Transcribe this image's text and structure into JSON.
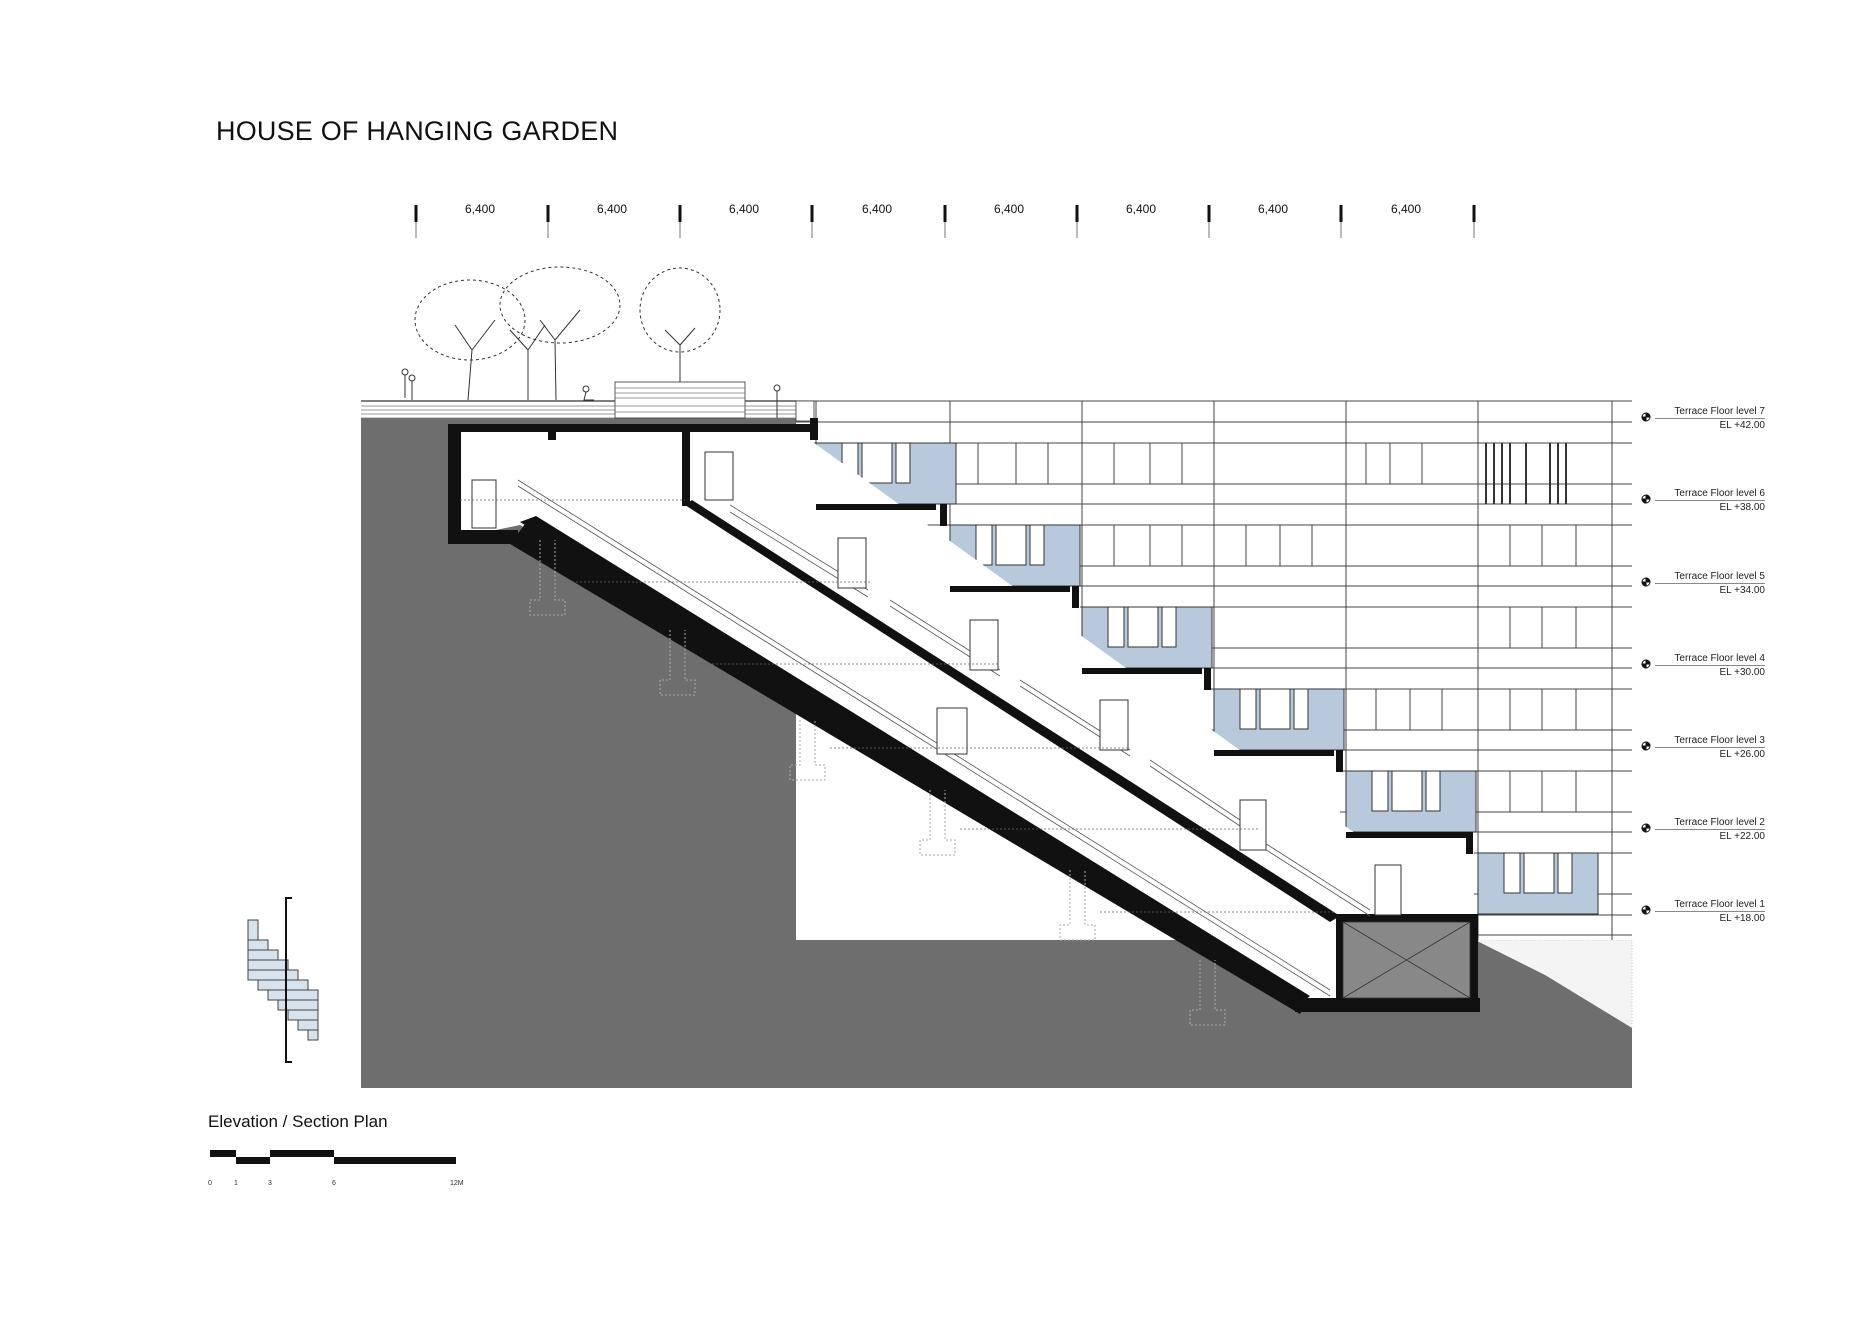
{
  "title": "HOUSE OF HANGING GARDEN",
  "dimensions": {
    "labels": [
      "6,400",
      "6,400",
      "6,400",
      "6,400",
      "6,400",
      "6,400",
      "6,400",
      "6,400"
    ],
    "tick_x": [
      416,
      548,
      680,
      812,
      945,
      1077,
      1209,
      1341,
      1474
    ]
  },
  "levels": [
    {
      "name": "Terrace Floor level 7",
      "elevation": "EL +42.00"
    },
    {
      "name": "Terrace Floor level 6",
      "elevation": "EL +38.00"
    },
    {
      "name": "Terrace Floor level 5",
      "elevation": "EL +34.00"
    },
    {
      "name": "Terrace Floor level 4",
      "elevation": "EL +30.00"
    },
    {
      "name": "Terrace Floor level 3",
      "elevation": "EL +26.00"
    },
    {
      "name": "Terrace Floor level 2",
      "elevation": "EL +22.00"
    },
    {
      "name": "Terrace Floor level 1",
      "elevation": "EL +18.00"
    }
  ],
  "subtitle": "Elevation / Section Plan",
  "scale_bar": {
    "labels": [
      "0",
      "1",
      "3",
      "6",
      "12M"
    ]
  },
  "colors": {
    "ground": "#6e6e6e",
    "wall": "#111111",
    "glass": "#b9c9dc",
    "line": "#333333",
    "keyplan": "#d6e2ec"
  }
}
